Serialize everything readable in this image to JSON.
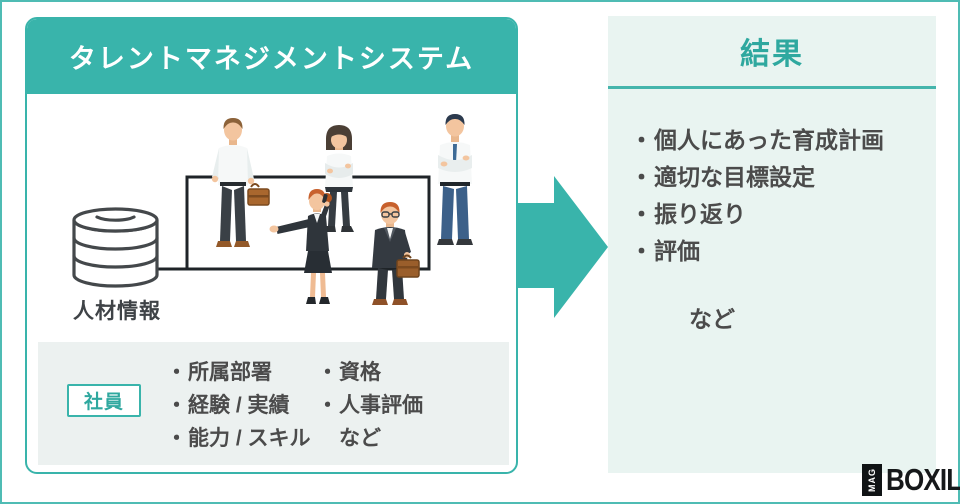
{
  "colors": {
    "teal": "#39b4ab",
    "teal_text": "#2fa89f",
    "right_panel_bg": "#e9f4f1",
    "gray_box_bg": "#ecf1f0",
    "text_dark": "#4b4b4b",
    "line_black": "#1f2428"
  },
  "bullet": "・",
  "left_panel": {
    "title": "タレントマネジメントシステム",
    "database_label": "人材情報",
    "employee_badge": "社員",
    "attributes_col1": [
      "所属部署",
      "経験 / 実績",
      "能力 / スキル"
    ],
    "attributes_col2": [
      "資格",
      "人事評価"
    ],
    "etc": "など"
  },
  "right_panel": {
    "title": "結果",
    "items": [
      "個人にあった育成計画",
      "適切な目標設定",
      "振り返り",
      "評価"
    ],
    "etc": "など"
  },
  "logo": {
    "mag": "MAG",
    "brand": "BOXIL"
  }
}
